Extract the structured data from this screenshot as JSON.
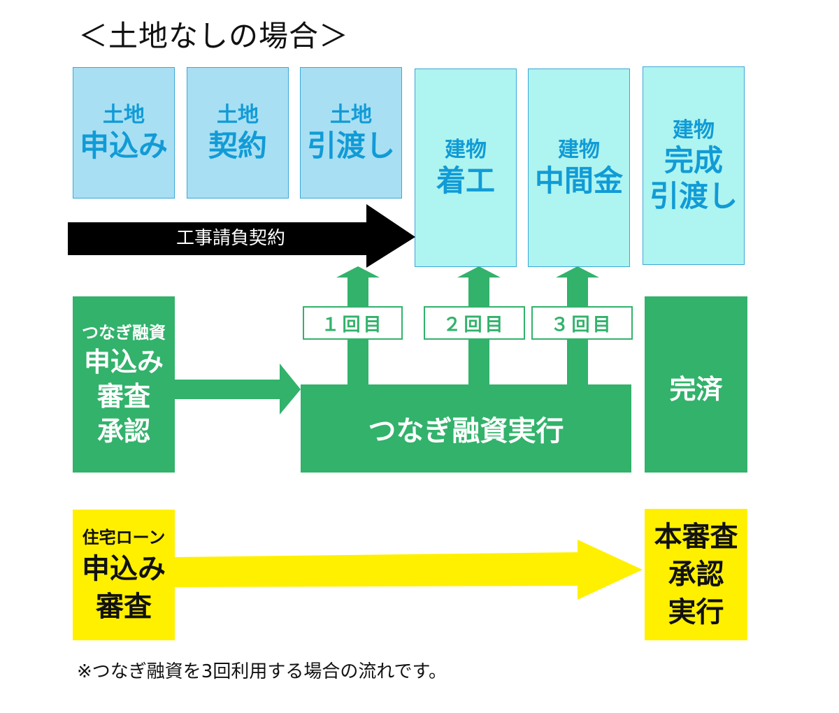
{
  "title": "＜土地なしの場合＞",
  "land_steps": [
    {
      "line1": "土地",
      "line2": "申込み"
    },
    {
      "line1": "土地",
      "line2": "契約"
    },
    {
      "line1": "土地",
      "line2": "引渡し"
    }
  ],
  "building_steps": [
    {
      "line1": "建物",
      "line2": "着工"
    },
    {
      "line1": "建物",
      "line2": "中間金"
    },
    {
      "line1": "建物",
      "line2": "完成",
      "line3": "引渡し"
    }
  ],
  "contract_arrow_label": "工事請負契約",
  "bridge_loan_box": {
    "line1": "つなぎ融資",
    "line2": "申込み",
    "line3": "審査",
    "line4": "承認"
  },
  "payment_tags": [
    "１回目",
    "２回目",
    "３回目"
  ],
  "bridge_exec_label": "つなぎ融資実行",
  "completed_label": "完済",
  "mortgage_box": {
    "line1": "住宅ローン",
    "line2": "申込み",
    "line3": "審査"
  },
  "final_box": {
    "line1": "本審査",
    "line2": "承認",
    "line3": "実行"
  },
  "footnote": "※つなぎ融資を3回利用する場合の流れです。",
  "colors": {
    "land_fill": "#a8dff3",
    "building_fill": "#aef4f0",
    "step_text": "#119bd6",
    "green": "#32b26b",
    "yellow": "#fff000",
    "black_arrow": "#000000"
  }
}
